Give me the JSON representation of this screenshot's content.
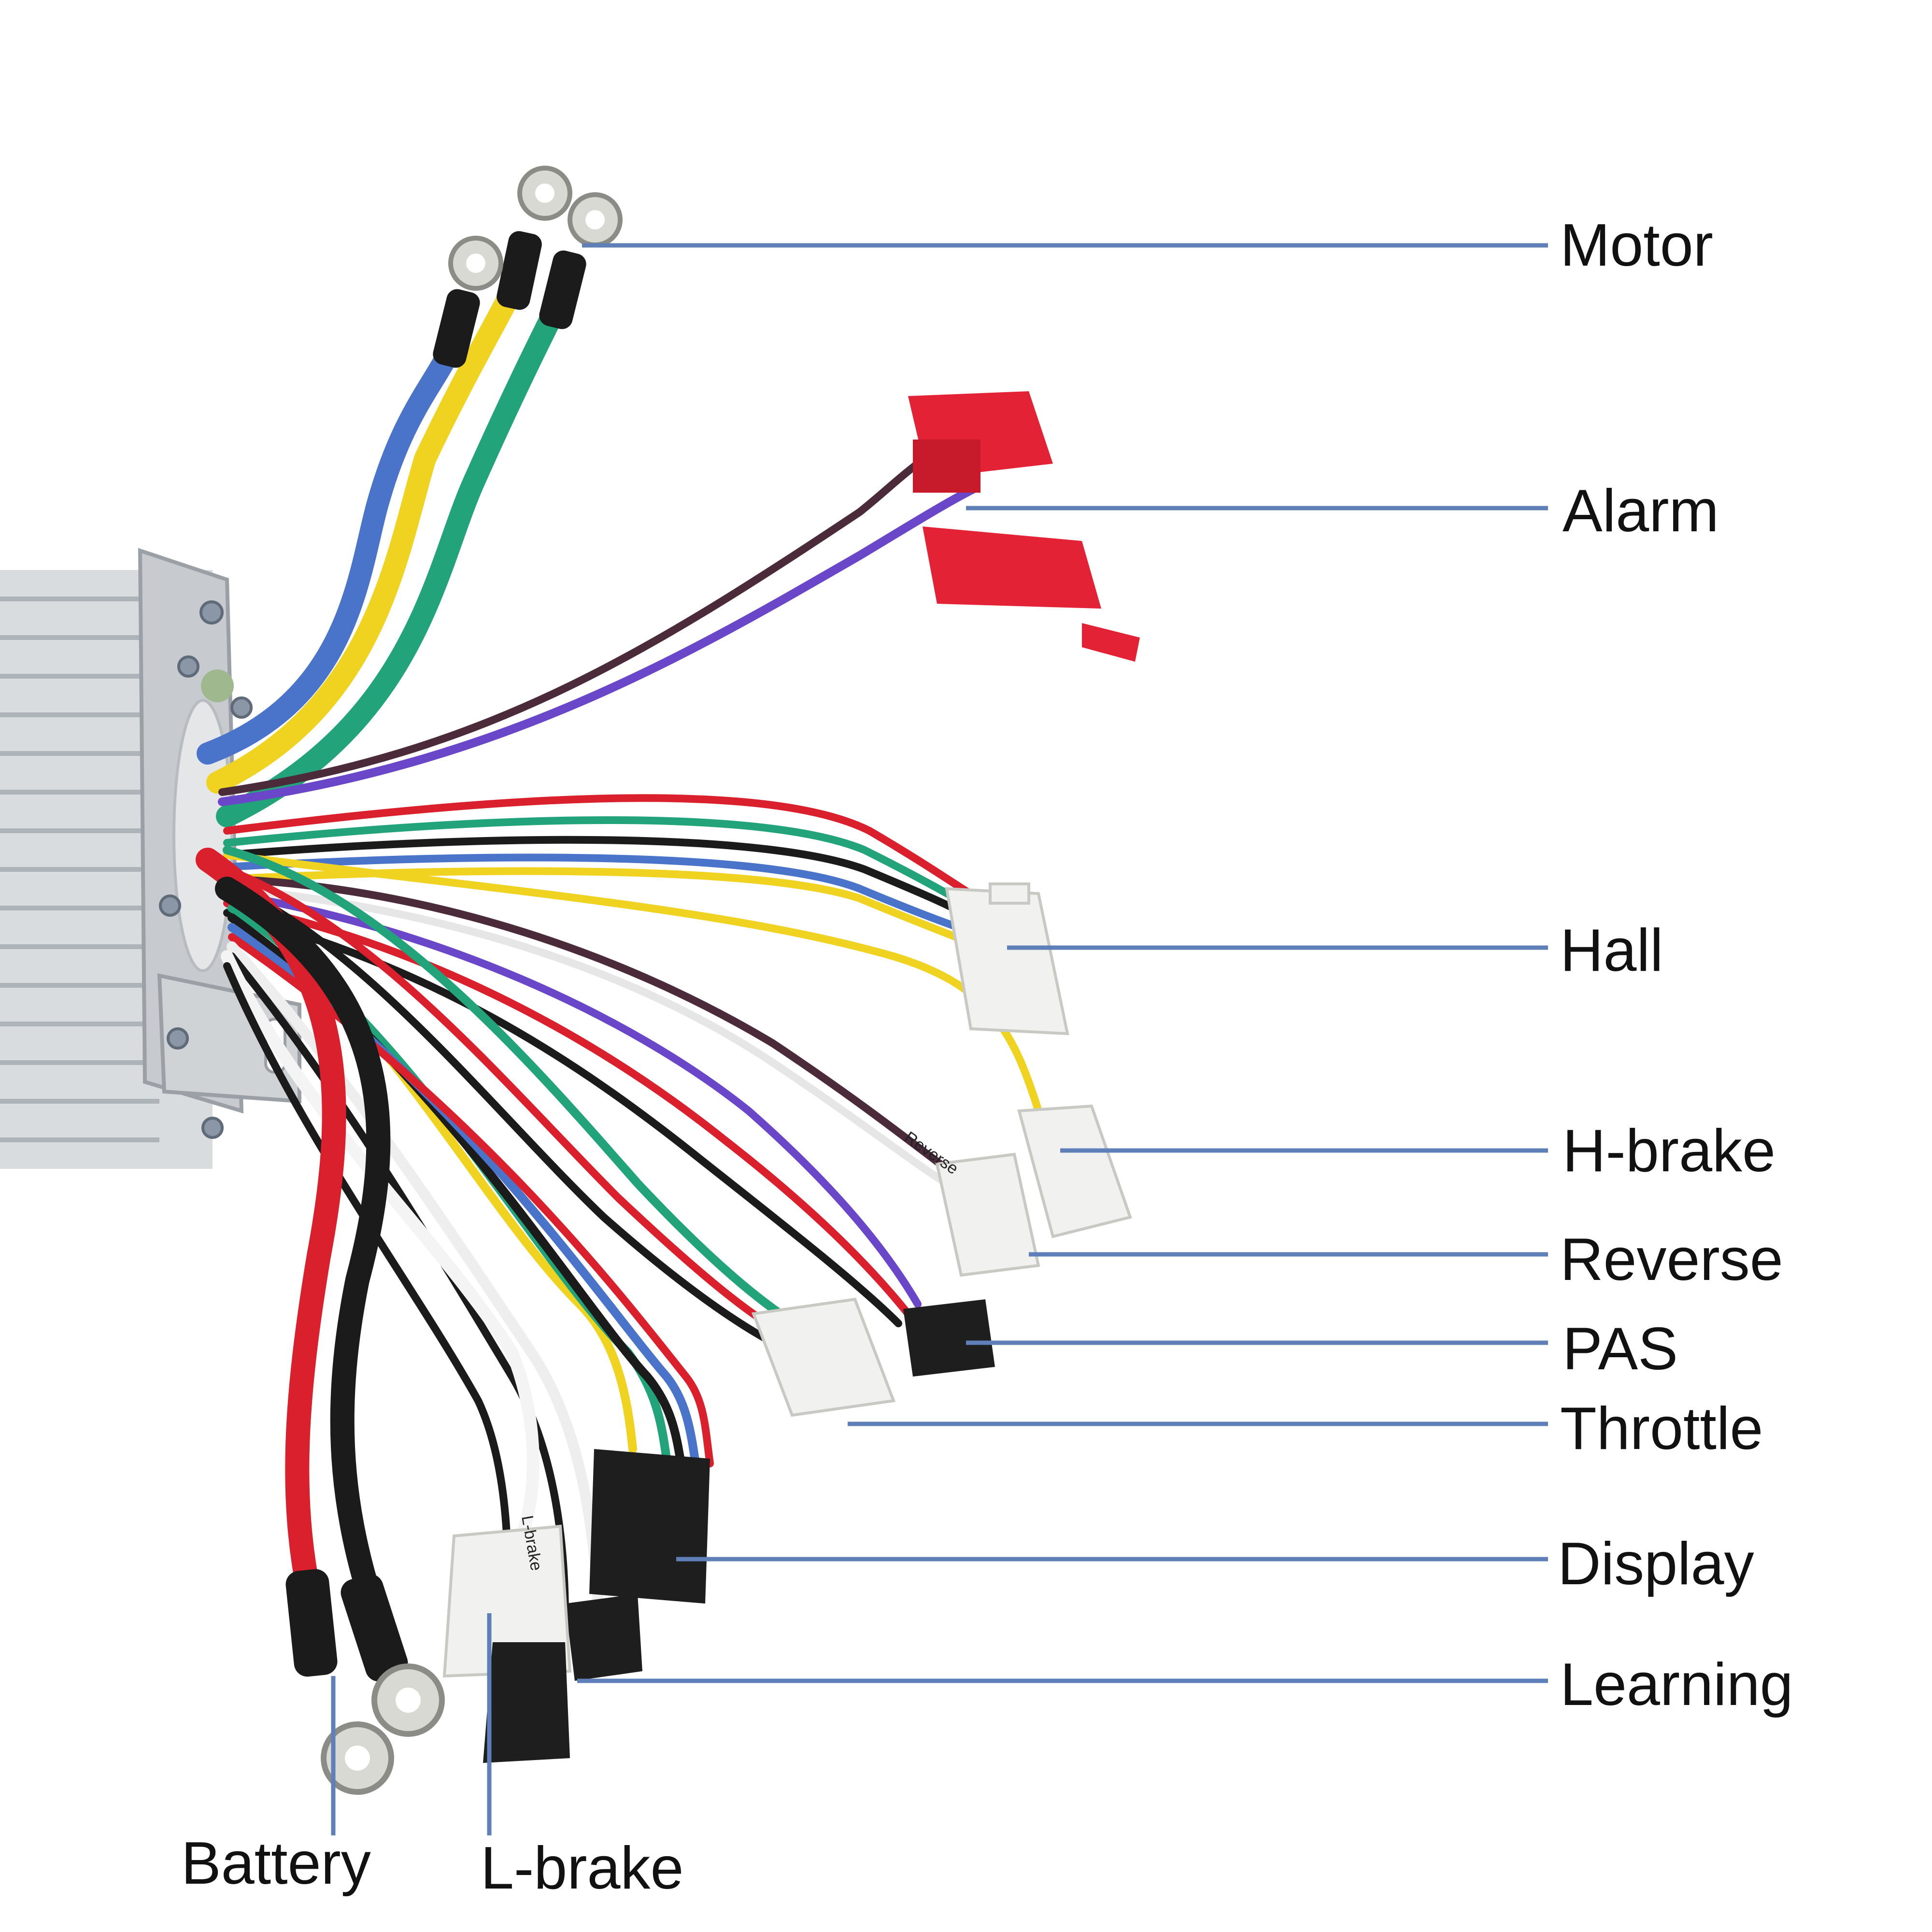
{
  "labels": {
    "motor": "Motor",
    "alarm": "Alarm",
    "hall": "Hall",
    "h_brake": "H-brake",
    "reverse": "Reverse",
    "pas": "PAS",
    "throttle": "Throttle",
    "display": "Display",
    "learning": "Learning",
    "battery": "Battery",
    "l_brake": "L-brake"
  },
  "wire_tags": {
    "reverse_tag": "Reverse",
    "l_brake_tag": "L-brake"
  },
  "colors": {
    "leader_line": "#5f7fb8",
    "housing": "#d9dcdf",
    "red_connector": "#e32235",
    "white_connector": "#f1f1ef",
    "black_connector": "#1e1e1e",
    "wire_red": "#d9202c",
    "wire_black": "#1b1b1b",
    "wire_blue": "#4a74c9",
    "wire_yellow": "#f0d320",
    "wire_green": "#22a37a",
    "wire_purple": "#6a46c9",
    "wire_brown": "#4b2a3a",
    "wire_white": "#f4f4f4"
  }
}
